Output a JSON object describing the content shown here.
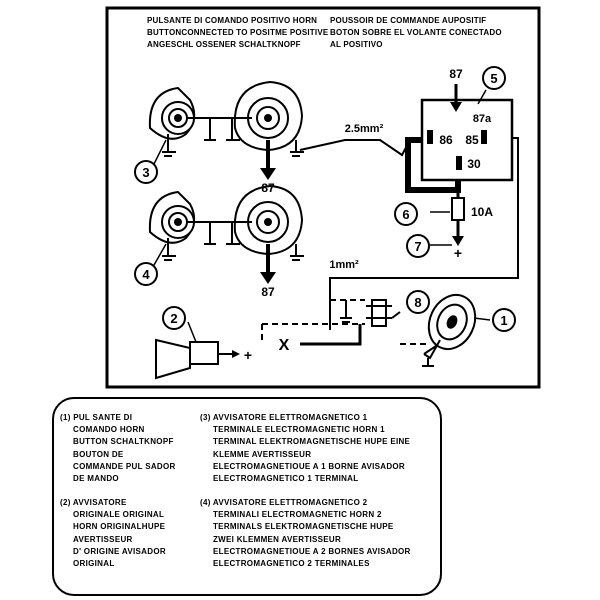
{
  "header": {
    "left_lines": [
      "PULSANTE DI COMANDO POSITIVO HORN",
      "BUTTONCONNECTED TO POSITME POSITIVE",
      "ANGESCHL OSSENER SCHALTKNOPF"
    ],
    "right_lines": [
      "POUSSOIR DE COMMANDE AUPOSITIF",
      "BOTON SOBRE EL VOLANTE CONECTADO",
      "AL POSITIVO"
    ]
  },
  "relay": {
    "top_terminal": "87",
    "inner_terminal": "87a",
    "terminal_86": "86",
    "terminal_85": "85",
    "terminal_30": "30"
  },
  "wires": {
    "wire_top": "2.5mm²",
    "wire_bottom": "1mm²"
  },
  "fuse_label": "10A",
  "horn_terminals": [
    "87",
    "87"
  ],
  "symbols": {
    "plus": "+",
    "x_mark": "X"
  },
  "callouts": [
    "1",
    "2",
    "3",
    "4",
    "5",
    "6",
    "7",
    "8"
  ],
  "legend": {
    "col1": [
      {
        "num": "1",
        "lines": [
          "PUL SANTE DI",
          "COMANDO HORN",
          "BUTTON SCHALTKNOPF",
          "BOUTON DE",
          "COMMANDE PUL SADOR",
          "DE MANDO"
        ]
      },
      {
        "num": "2",
        "lines": [
          "AVVISATORE",
          "ORIGINALE ORIGINAL",
          "HORN ORIGINALHUPE",
          "AVERTISSEUR",
          "D' ORIGINE AVISADOR",
          "ORIGINAL"
        ]
      }
    ],
    "col2": [
      {
        "num": "3",
        "lines": [
          "AVVISATORE ELETTROMAGNETICO 1",
          "TERMINALE ELECTROMAGNETIC HORN 1",
          "TERMINAL ELEKTROMAGNETISCHE HUPE EINE",
          "KLEMME AVERTISSEUR",
          "ELECTROMAGNETIOUE A 1 BORNE AVISADOR",
          "ELECTROMAGNETICO 1 TERMINAL"
        ]
      },
      {
        "num": "4",
        "lines": [
          "AVVISATORE ELETTROMAGNETICO 2",
          "TERMINALI ELECTROMAGNETIC HORN 2",
          "TERMINALS ELEKTROMAGNETISCHE HUPE",
          "ZWEI KLEMMEN AVERTISSEUR",
          "ELECTROMAGNETIOUE A 2 BORNES AVISADOR",
          "ELECTROMAGNETICO 2 TERMINALES"
        ]
      }
    ]
  }
}
